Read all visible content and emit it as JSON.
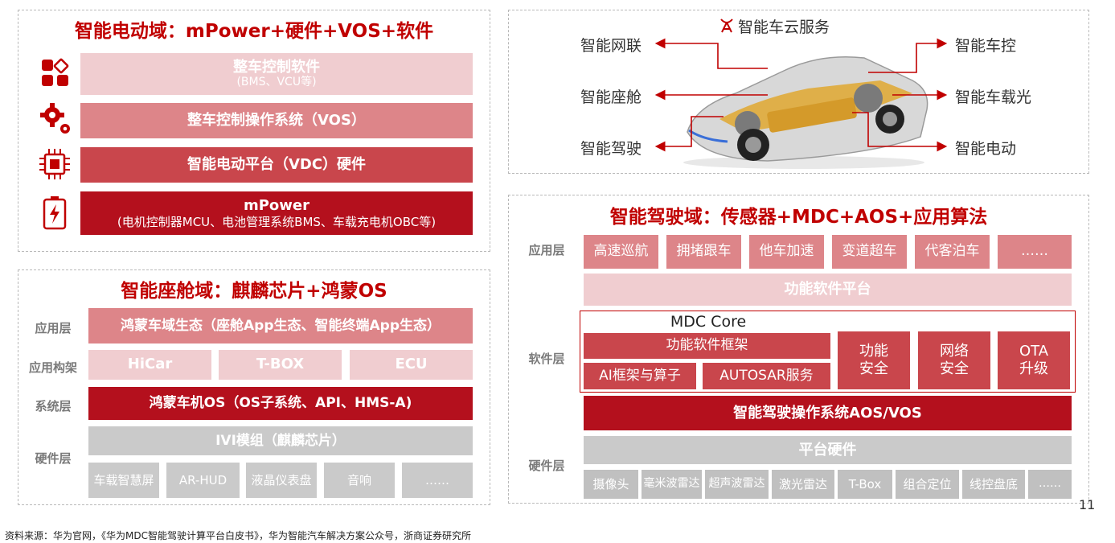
{
  "electric": {
    "title": "智能电动域：mPower+硬件+VOS+软件",
    "icons": [
      "apps-grid-icon",
      "gears-icon",
      "chip-icon",
      "battery-icon"
    ],
    "layers": [
      {
        "title": "整车控制软件",
        "sub": "(BMS、VCU等)"
      },
      {
        "title": "整车控制操作系统（VOS）"
      },
      {
        "title": "智能电动平台（VDC）硬件"
      },
      {
        "title": "mPower",
        "sub": "(电机控制器MCU、电池管理系统BMS、车载充电机OBC等)"
      }
    ]
  },
  "cockpit": {
    "title": "智能座舱域：麒麟芯片+鸿蒙OS",
    "labels": {
      "app": "应用层",
      "framework": "应用构架",
      "system": "系统层",
      "hardware": "硬件层"
    },
    "app_bar": "鸿蒙车域生态（座舱App生态、智能终端App生态）",
    "framework_items": [
      "HiCar",
      "T-BOX",
      "ECU"
    ],
    "system_bar": "鸿蒙车机OS（OS子系统、API、HMS-A)",
    "hw_bar": "IVI模组（麒麟芯片）",
    "hw_items": [
      "车载智慧屏",
      "AR-HUD",
      "液晶仪表盘",
      "音响",
      "……"
    ]
  },
  "vehicle": {
    "cloud": "智能车云服务",
    "left": [
      "智能网联",
      "智能座舱",
      "智能驾驶"
    ],
    "right": [
      "智能车控",
      "智能车载光",
      "智能电动"
    ]
  },
  "adas": {
    "title": "智能驾驶域：传感器+MDC+AOS+应用算法",
    "labels": {
      "app": "应用层",
      "software": "软件层",
      "hardware": "硬件层"
    },
    "app_items": [
      "高速巡航",
      "拥堵跟车",
      "他车加速",
      "变道超车",
      "代客泊车",
      "……"
    ],
    "platform_bar": "功能软件平台",
    "mdc": {
      "title": "MDC Core",
      "framework": "功能软件框架",
      "ai": "AI框架与算子",
      "autosar": "AUTOSAR服务",
      "safety": "功能\n安全",
      "network": "网络\n安全",
      "ota": "OTA\n升级"
    },
    "os_bar": "智能驾驶操作系统AOS/VOS",
    "hw_bar": "平台硬件",
    "hw_items": [
      "摄像头",
      "毫米波雷达",
      "超声波雷达",
      "激光雷达",
      "T-Box",
      "组合定位",
      "线控盘底",
      "……"
    ]
  },
  "page_number": "11",
  "source": "资料来源：华为官网，《华为MDC智能驾驶计算平台白皮书》，华为智能汽车解决方案公众号，浙商证券研究所",
  "colors": {
    "brand_red": "#c00000",
    "dark_red": "#b4101d",
    "mid_red": "#c9464c",
    "light_red": "#dd8589",
    "pale_red": "#f0cdd0",
    "gray": "#cacaca"
  }
}
